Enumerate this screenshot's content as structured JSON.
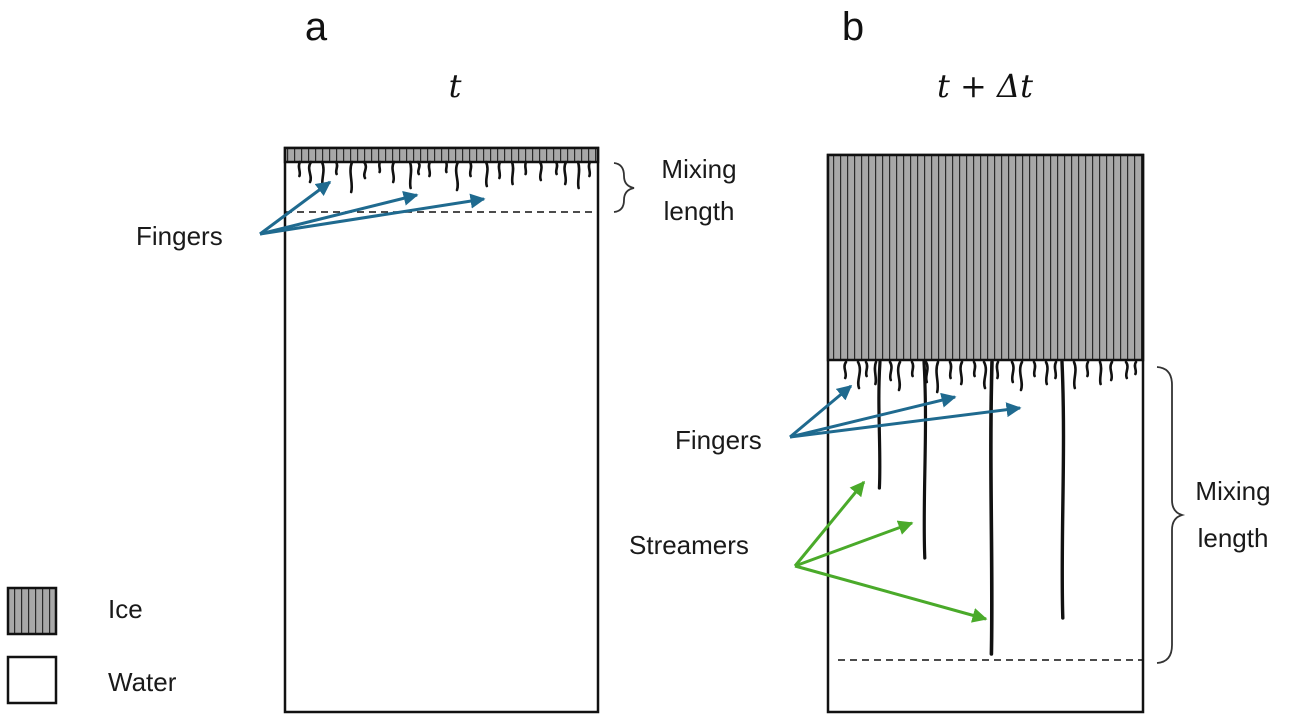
{
  "panel_a": {
    "letter": "a",
    "time_label": "t",
    "fingers_label": "Fingers",
    "mixing_label_line1": "Mixing",
    "mixing_label_line2": "length"
  },
  "panel_b": {
    "letter": "b",
    "time_label": "t + Δt",
    "fingers_label": "Fingers",
    "streamers_label": "Streamers",
    "mixing_label_line1": "Mixing",
    "mixing_label_line2": "length"
  },
  "legend": {
    "ice_label": "Ice",
    "water_label": "Water"
  },
  "colors": {
    "ice_fill": "#a8a8a8",
    "finger_arrow": "#1f6a8f",
    "streamer_arrow": "#4aaa2a",
    "outline": "#111111"
  }
}
